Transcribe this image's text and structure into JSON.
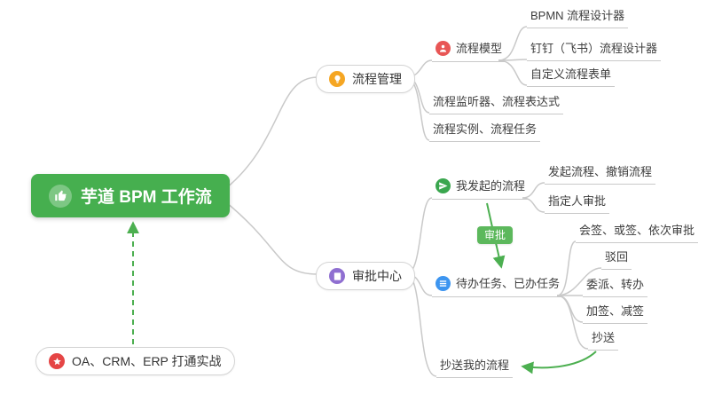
{
  "nodes": {
    "root": "芋道 BPM 工作流",
    "process_mgmt": "流程管理",
    "process_model": "流程模型",
    "bpmn_designer": "BPMN 流程设计器",
    "dingtalk_designer": "钉钉（飞书）流程设计器",
    "custom_form": "自定义流程表单",
    "listener_expression": "流程监听器、流程表达式",
    "instance_task": "流程实例、流程任务",
    "approval_center": "审批中心",
    "my_initiated": "我发起的流程",
    "initiate_cancel": "发起流程、撤销流程",
    "assignee_approval": "指定人审批",
    "approval_label": "审批",
    "todo_done": "待办任务、已办任务",
    "countersign": "会签、或签、依次审批",
    "reject": "驳回",
    "delegate_transfer": "委派、转办",
    "add_reduce_sign": "加签、减签",
    "cc": "抄送",
    "cc_my_process": "抄送我的流程",
    "oa_note": "OA、CRM、ERP 打通实战"
  },
  "colors": {
    "root_bg": "#46af4f",
    "connector_line": "#c9c9c9",
    "arrow_green": "#4caf50",
    "badge_bg": "#5cb85c",
    "icon_process_mgmt": "#f5a623",
    "icon_process_model": "#e85655",
    "icon_approval_center": "#8f6fd1",
    "icon_my_initiated": "#3aa64e",
    "icon_todo_done": "#3d95f0",
    "icon_oa": "#e54545"
  }
}
